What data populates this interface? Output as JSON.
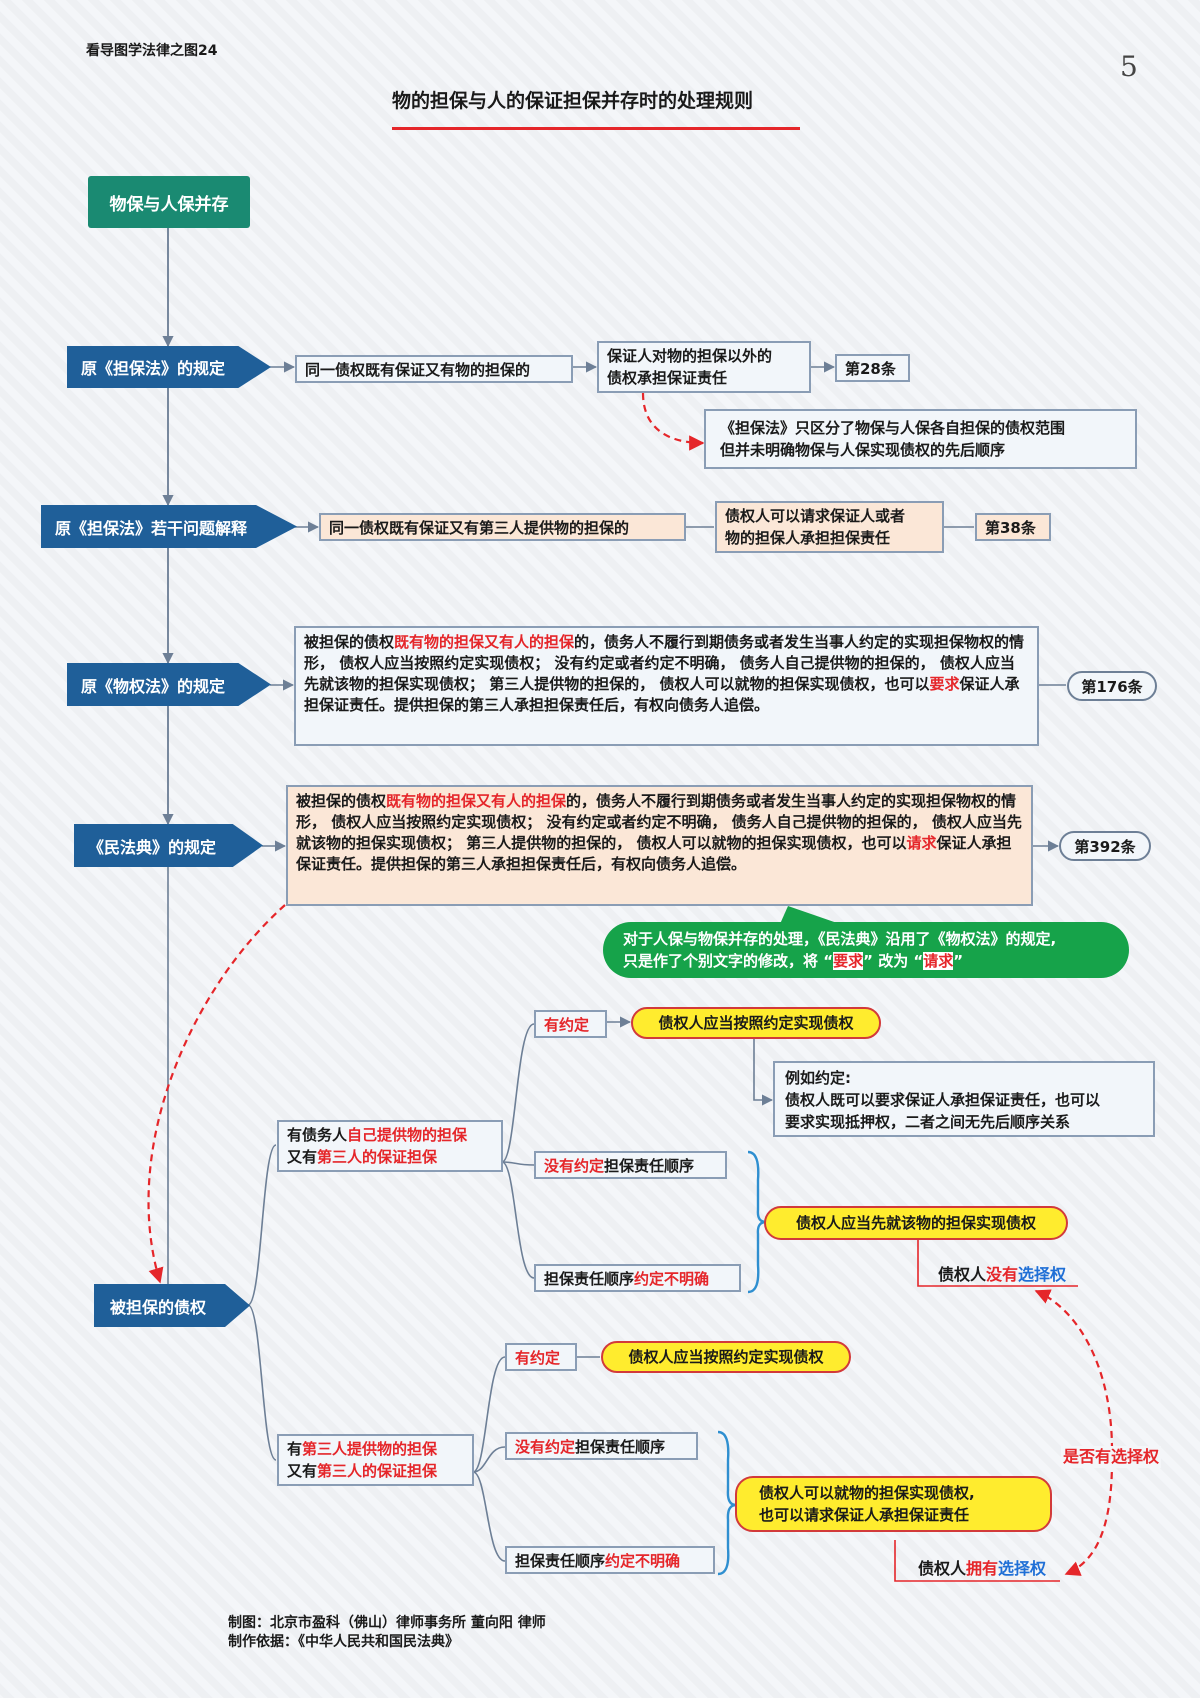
{
  "header": {
    "series": "看导图学法律之图24",
    "page_number": "5",
    "title": "物的担保与人的保证担保并存时的处理规则"
  },
  "root": "物保与人保并存",
  "sections": [
    {
      "banner": "原《担保法》的规定",
      "condition": "同一债权既有保证又有物的担保的",
      "result_line1": "保证人对物的担保以外的",
      "result_line2": "债权承担保证责任",
      "article": "第28条",
      "note_line1": "《担保法》只区分了物保与人保各自担保的债权范围",
      "note_line2": "但并未明确物保与人保实现债权的先后顺序"
    },
    {
      "banner": "原《担保法》若干问题解释",
      "condition": "同一债权既有保证又有第三人提供物的担保的",
      "result_line1": "债权人可以请求保证人或者",
      "result_line2": "物的担保人承担担保责任",
      "article": "第38条"
    },
    {
      "banner": "原《物权法》的规定",
      "text_a": "被担保的债权",
      "text_b": "既有物的担保又有人的担保",
      "text_c": "的，债务人不履行到期债务或者发生当事人约定的实现担保物权的情形， 债权人应当按照约定实现债权； 没有约定或者约定不明确， 债务人自己提供物的担保的， 债权人应当先就该物的担保实现债权； 第三人提供物的担保的， 债权人可以就物的担保实现债权，也可以",
      "text_d": "要求",
      "text_e": "保证人承担保证责任。提供担保的第三人承担担保责任后，有权向债务人追偿。",
      "article": "第176条"
    },
    {
      "banner": "《民法典》的规定",
      "text_a": "被担保的债权",
      "text_b": "既有物的担保又有人的担保",
      "text_c": "的，债务人不履行到期债务或者发生当事人约定的实现担保物权的情形， 债权人应当按照约定实现债权； 没有约定或者约定不明确， 债务人自己提供物的担保的， 债权人应当先就该物的担保实现债权； 第三人提供物的担保的， 债权人可以就物的担保实现债权，也可以",
      "text_d": "请求",
      "text_e": "保证人承担保证责任。提供担保的第三人承担担保责任后，有权向债务人追偿。",
      "article": "第392条"
    }
  ],
  "green_note": {
    "line1": "对于人保与物保并存的处理，《民法典》沿用了《物权法》的规定,",
    "line2a": "只是作了个别文字的修改，将 “",
    "word1": "要求",
    "line2b": "” 改为 “",
    "word2": "请求",
    "line2c": "”"
  },
  "tree": {
    "root": "被担保的债权",
    "branch1": {
      "l1a": "有债务人",
      "l1b": "自己提供物的担保",
      "l2a": "又有",
      "l2b": "第三人的保证担保",
      "agreed": "有约定",
      "agreed_result": "债权人应当按照约定实现债权",
      "example_title": "例如约定:",
      "example_l1": "债权人既可以要求保证人承担保证责任，也可以",
      "example_l2": "要求实现抵押权，二者之间无先后顺序关系",
      "no_agree_a": "没有约定",
      "no_agree_b": "担保责任顺序",
      "unclear_a": "担保责任顺序",
      "unclear_b": "约定不明确",
      "result": "债权人应当先就该物的担保实现债权",
      "choice_a": "债权人",
      "choice_b": "没有",
      "choice_c": "选择权"
    },
    "branch2": {
      "l1a": "有",
      "l1b": "第三人提供物的担保",
      "l2a": "又有",
      "l2b": "第三人的保证担保",
      "agreed": "有约定",
      "agreed_result": "债权人应当按照约定实现债权",
      "no_agree_a": "没有约定",
      "no_agree_b": "担保责任顺序",
      "unclear_a": "担保责任顺序",
      "unclear_b": "约定不明确",
      "result_l1": "债权人可以就物的担保实现债权,",
      "result_l2": "也可以请求保证人承担保证责任",
      "choice_a": "债权人",
      "choice_b": "拥有",
      "choice_c": "选择权"
    },
    "question": "是否有选择权"
  },
  "footer": {
    "line1": "制图：北京市盈科（佛山）律师事务所  董向阳 律师",
    "line2": "制作依据：《中华人民共和国民法典》"
  },
  "colors": {
    "teal": "#1a8a72",
    "navy": "#1f5f99",
    "red": "#e5262a",
    "orange_fill": "#fbe7d7",
    "yellow": "#ffec2e",
    "green": "#16a34a",
    "blue_text": "#1f6fd6"
  }
}
